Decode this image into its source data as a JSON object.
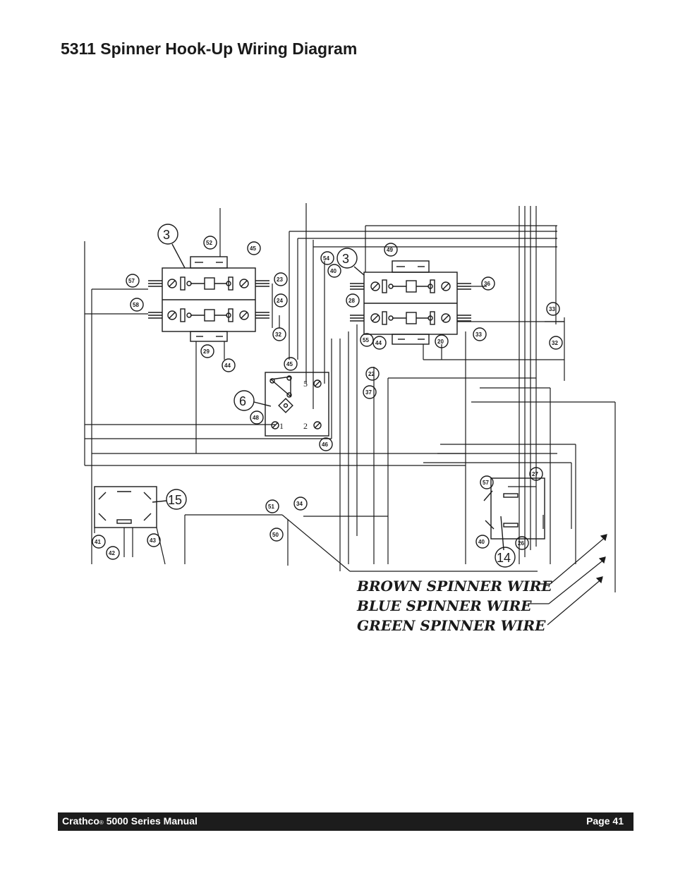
{
  "page": {
    "title": "5311 Spinner Hook-Up Wiring Diagram"
  },
  "diagram": {
    "component_labels": [
      "3",
      "3",
      "6",
      "15",
      "14"
    ],
    "wire_tags": {
      "t57a": "57",
      "t58": "58",
      "t52": "52",
      "t45a": "45",
      "t23": "23",
      "t24": "24",
      "t32a": "32",
      "t29": "29",
      "t44a": "44",
      "t45b": "45",
      "t48": "48",
      "t46": "46",
      "t54": "54",
      "t40a": "40",
      "t28": "28",
      "t55": "55",
      "t44b": "44",
      "t49": "49",
      "t36": "36",
      "t20": "20",
      "t33a": "33",
      "t33b": "33",
      "t32b": "32",
      "t22": "22",
      "t37": "37",
      "t51": "51",
      "t34": "34",
      "t50": "50",
      "t41": "41",
      "t42": "42",
      "t43": "43",
      "t57b": "57",
      "t27": "27",
      "t40b": "40",
      "t26": "26"
    },
    "terminal_numbers": [
      "5",
      "1",
      "2"
    ],
    "callouts": [
      "BROWN SPINNER WIRE",
      "BLUE SPINNER WIRE",
      "GREEN SPINNER WIRE"
    ]
  },
  "footer": {
    "brand": "Crathco",
    "registered": "®",
    "manual": " 5000 Series Manual",
    "page": "Page 41"
  }
}
